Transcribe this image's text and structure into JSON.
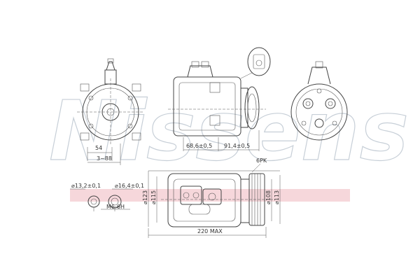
{
  "watermark": {
    "text": "Nissens"
  },
  "accent": {
    "band": "#f3c9cf",
    "line": "#444444"
  },
  "front_view": {
    "dims": {
      "width_54": "54",
      "bolt_3x88": "3~88"
    }
  },
  "side_view": {
    "dims": {
      "d_686": "68,6±0,5",
      "d_914": "91,4±0,5"
    }
  },
  "top_view": {
    "pulley_label": "6PK",
    "dims": {
      "d_123": "⌀123",
      "d_115": "⌀115",
      "d_108": "⌀108",
      "d_113": "⌀113",
      "length": "220 MAX"
    }
  },
  "port_details": {
    "p1": "⌀13,2±0,1",
    "p2": "⌀16,4±0,1",
    "thread": "M6-6H"
  }
}
